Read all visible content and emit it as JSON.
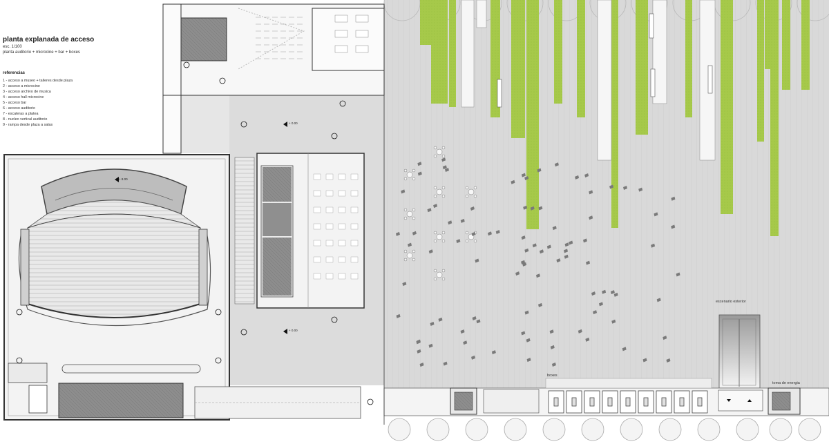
{
  "title": "planta explanada de acceso",
  "scale": "esc. 1/100",
  "subtitle": "planta auditorio + microcine + bar + boxes",
  "references_heading": "referencias",
  "references": [
    "1 - acceso a museo + talleres desde plaza",
    "2 - acceso a microcine",
    "3 - acceso archivo de musica",
    "4 - acceso hall microcine",
    "5 - acceso bar",
    "6 - acceso auditorio",
    "7 - escaleras a platea",
    "8 - nucleo vertical auditorio",
    "9 - rampa desde plaza a salas"
  ],
  "labels": {
    "escenario": "escenario exterior",
    "boxes": "boxes",
    "toma": "toma de energia"
  },
  "levels": [
    "+ 8.00",
    "+ 0.00",
    "+ 0.00"
  ],
  "colors": {
    "paving": "#d7d7d7",
    "green": "#a6c94a",
    "wall": "#6e6e6e",
    "seat": "#cfcfcf",
    "core": "#9a9a9a"
  }
}
